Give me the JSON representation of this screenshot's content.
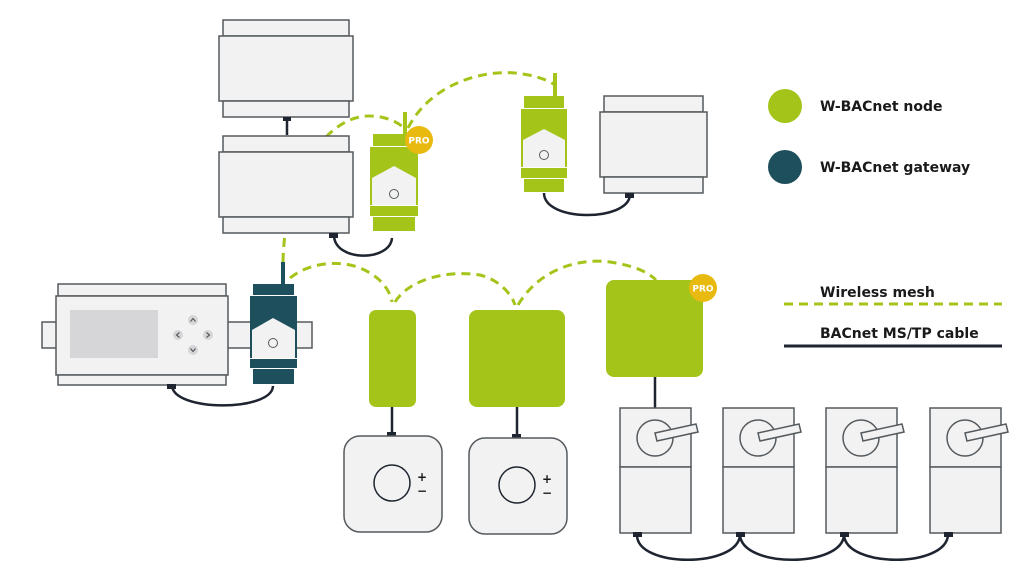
{
  "colors": {
    "node": "#a4c41a",
    "gateway": "#1d4f5c",
    "device_fill": "#f2f2f2",
    "device_stroke": "#555a5e",
    "cable": "#1e2530",
    "pro_badge": "#e8b90f",
    "screen": "#d6d6d8"
  },
  "legend": {
    "node_label": "W-BACnet node",
    "gateway_label": "W-BACnet gateway",
    "wireless_label": "Wireless mesh",
    "cable_label": "BACnet MS/TP cable"
  },
  "badges": {
    "pro": "PRO"
  },
  "thermostat": {
    "plus": "+",
    "minus": "−"
  },
  "controller": {
    "buttons": [
      "^",
      "<",
      ">",
      "v"
    ]
  }
}
